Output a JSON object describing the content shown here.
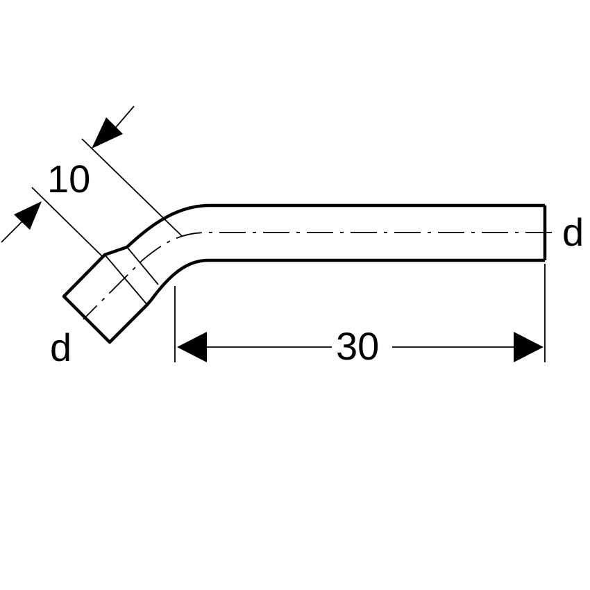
{
  "dimensions": {
    "socket_length": "10",
    "straight_length": "30",
    "diameter_left": "d",
    "diameter_right": "d"
  },
  "colors": {
    "line": "#000000",
    "background": "#ffffff"
  }
}
